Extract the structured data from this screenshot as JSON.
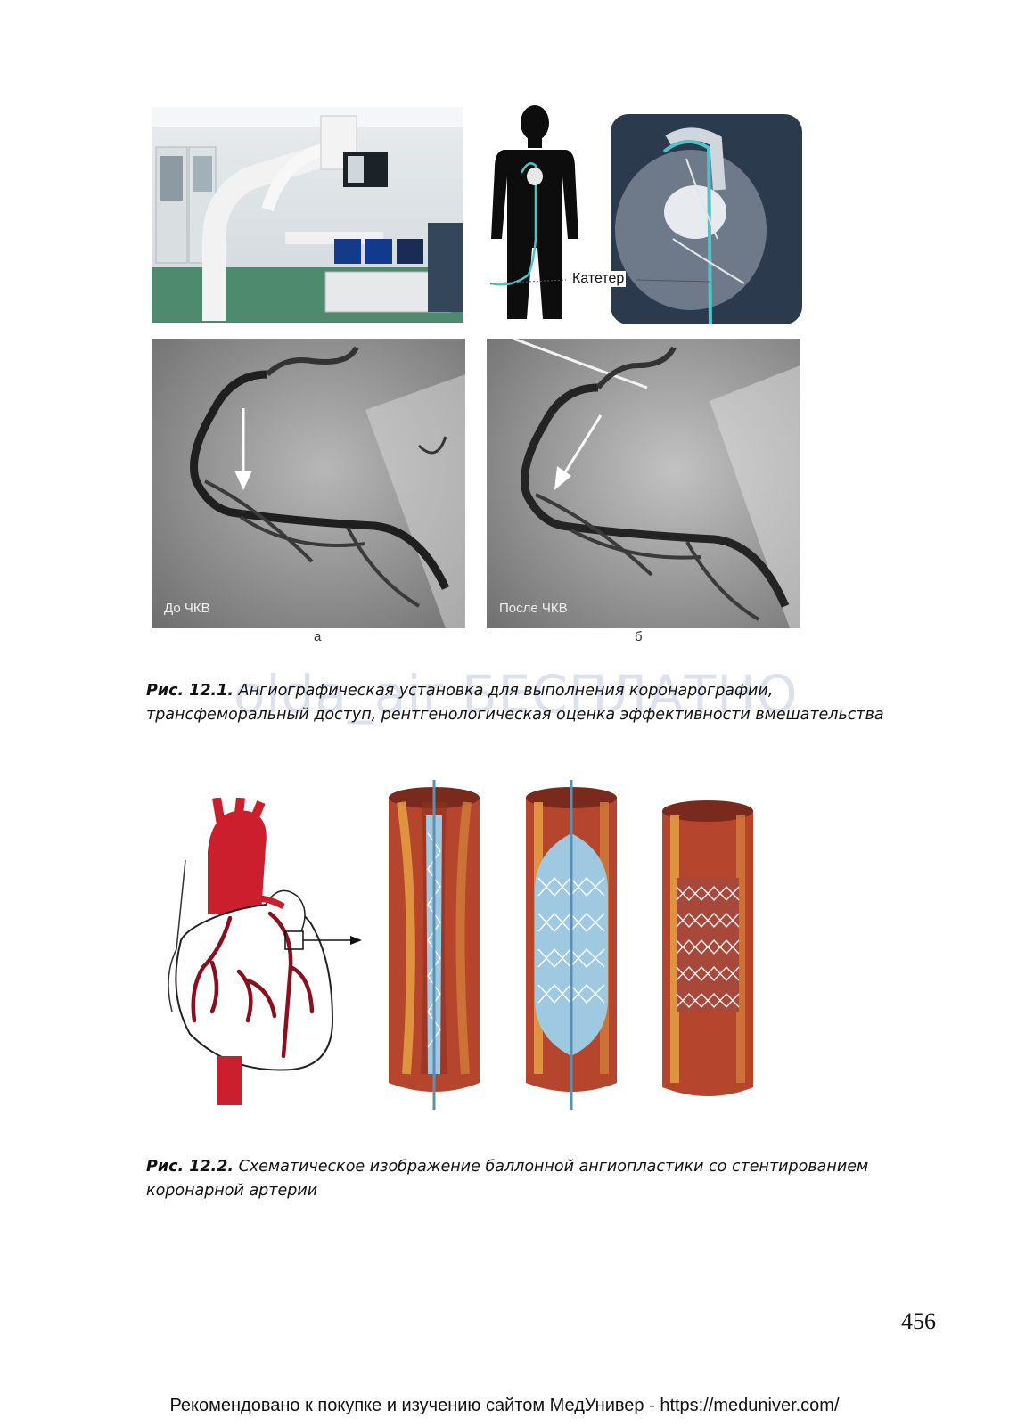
{
  "figure1": {
    "catheter_label": "Катетер",
    "label_before": "До ЧКВ",
    "label_after": "После ЧКВ",
    "sub_a": "а",
    "sub_b": "б",
    "caption_num": "Рис. 12.1.",
    "caption_text": " Ангиографическая установка для выполнения коронарографии, трансфеморальный доступ, рентгенологическая оценка эффективности вмешательства"
  },
  "watermark": "olda_air БЕСПЛАТНО",
  "figure2": {
    "caption_num": "Рис. 12.2.",
    "caption_text": " Схематическое изображение баллонной ангиопластики со стентированием коронарной артерии"
  },
  "page_number": "456",
  "footer": "Рекомендовано к покупке и изучению сайтом МедУнивер - https://meduniver.com/",
  "colors": {
    "artery_red": "#c0182a",
    "vessel_wall": "#b5452d",
    "balloon_blue": "#9ec9e0"
  }
}
